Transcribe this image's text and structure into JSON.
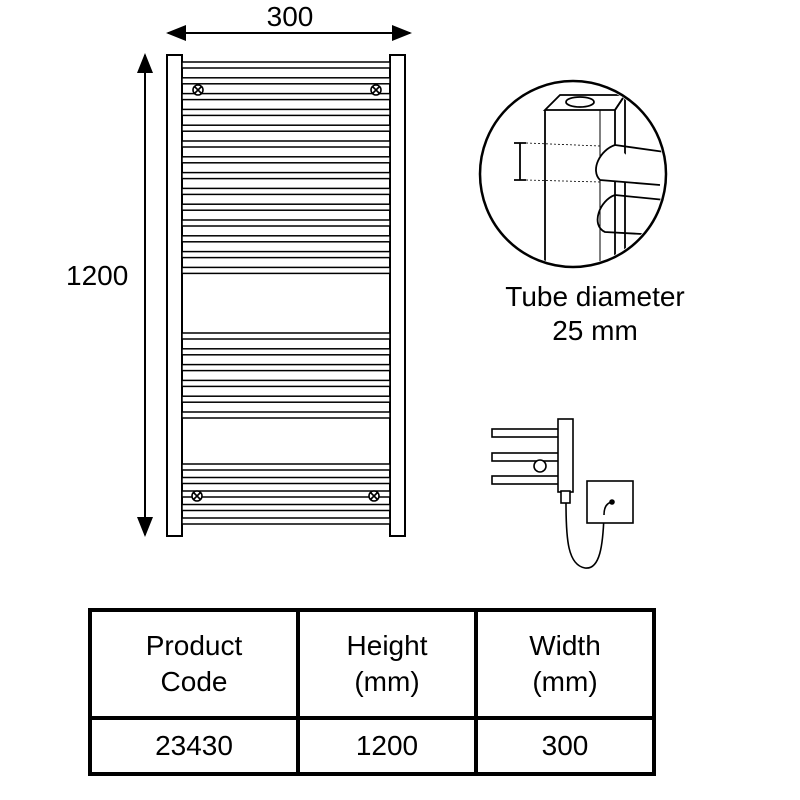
{
  "dimensions": {
    "width_label": "300",
    "height_label": "1200"
  },
  "tube_detail": {
    "caption_line1": "Tube diameter",
    "caption_line2": "25 mm"
  },
  "specs_table": {
    "headers": [
      {
        "line1": "Product",
        "line2": "Code"
      },
      {
        "line1": "Height",
        "line2": "(mm)"
      },
      {
        "line1": "Width",
        "line2": "(mm)"
      }
    ],
    "row": [
      "23430",
      "1200",
      "300"
    ]
  },
  "icons": [
    "towel-rail-front-view",
    "bar-valve-icon",
    "tube-detail-icon",
    "electric-element-icon",
    "wall-socket-icon"
  ],
  "colors": {
    "line": "#000000",
    "background": "#ffffff"
  }
}
